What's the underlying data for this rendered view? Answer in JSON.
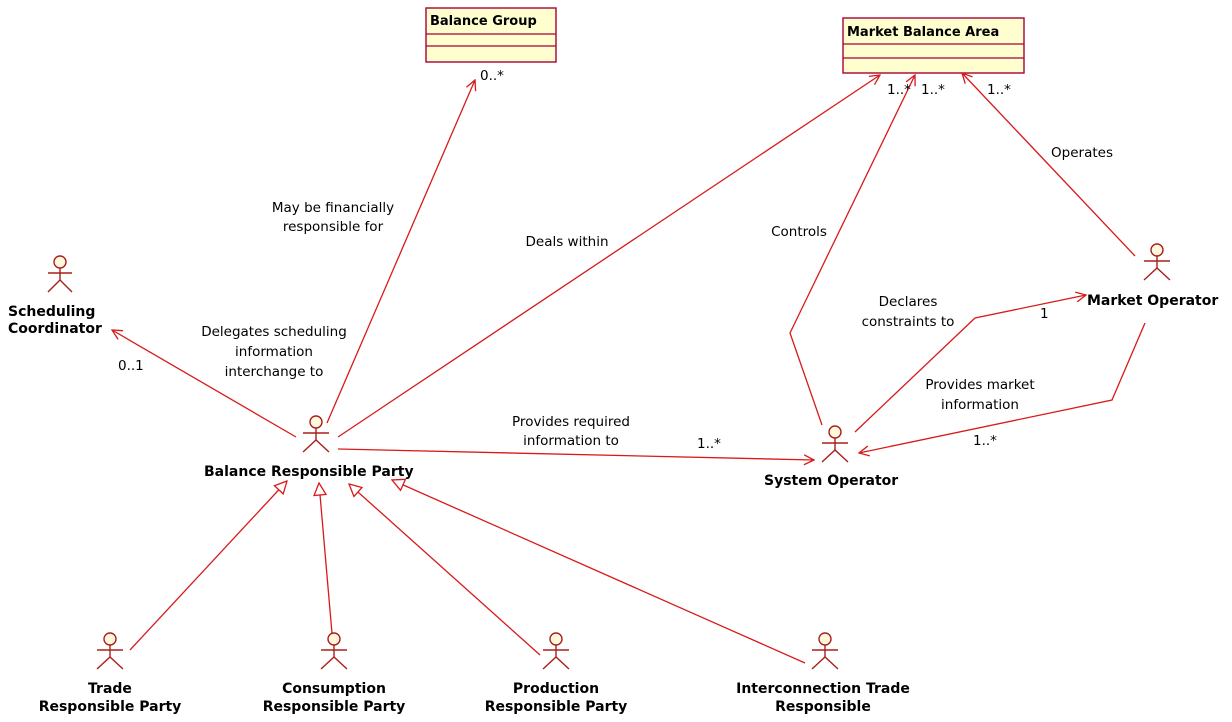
{
  "classes": {
    "balance_group": "Balance Group",
    "market_balance_area": "Market Balance Area"
  },
  "actors": {
    "scheduling_coordinator": [
      "Scheduling",
      "Coordinator"
    ],
    "balance_responsible_party": [
      "Balance Responsible Party"
    ],
    "system_operator": [
      "System Operator"
    ],
    "market_operator": [
      "Market Operator"
    ],
    "trade_responsible_party": [
      "Trade",
      "Responsible Party"
    ],
    "consumption_responsible_party": [
      "Consumption",
      "Responsible Party"
    ],
    "production_responsible_party": [
      "Production",
      "Responsible Party"
    ],
    "interconnection_trade_responsible": [
      "Interconnection Trade",
      "Responsible"
    ]
  },
  "relations": {
    "may_be_financially_responsible": {
      "label": [
        "May be financially",
        "responsible for"
      ],
      "multiplicity": "0..*"
    },
    "deals_within": {
      "label": [
        "Deals within"
      ],
      "multiplicity": "1..*"
    },
    "controls": {
      "label": [
        "Controls"
      ],
      "multiplicity": "1..*"
    },
    "operates": {
      "label": [
        "Operates"
      ],
      "multiplicity": "1..*"
    },
    "delegates_scheduling": {
      "label": [
        "Delegates scheduling",
        "information",
        "interchange to"
      ],
      "multiplicity": "0..1"
    },
    "declares_constraints": {
      "label": [
        "Declares",
        "constraints to"
      ],
      "multiplicity": "1"
    },
    "provides_market_information": {
      "label": [
        "Provides market",
        "information"
      ],
      "multiplicity": "1..*"
    },
    "provides_required_information": {
      "label": [
        "Provides required",
        "information to"
      ],
      "multiplicity": "1..*"
    }
  }
}
